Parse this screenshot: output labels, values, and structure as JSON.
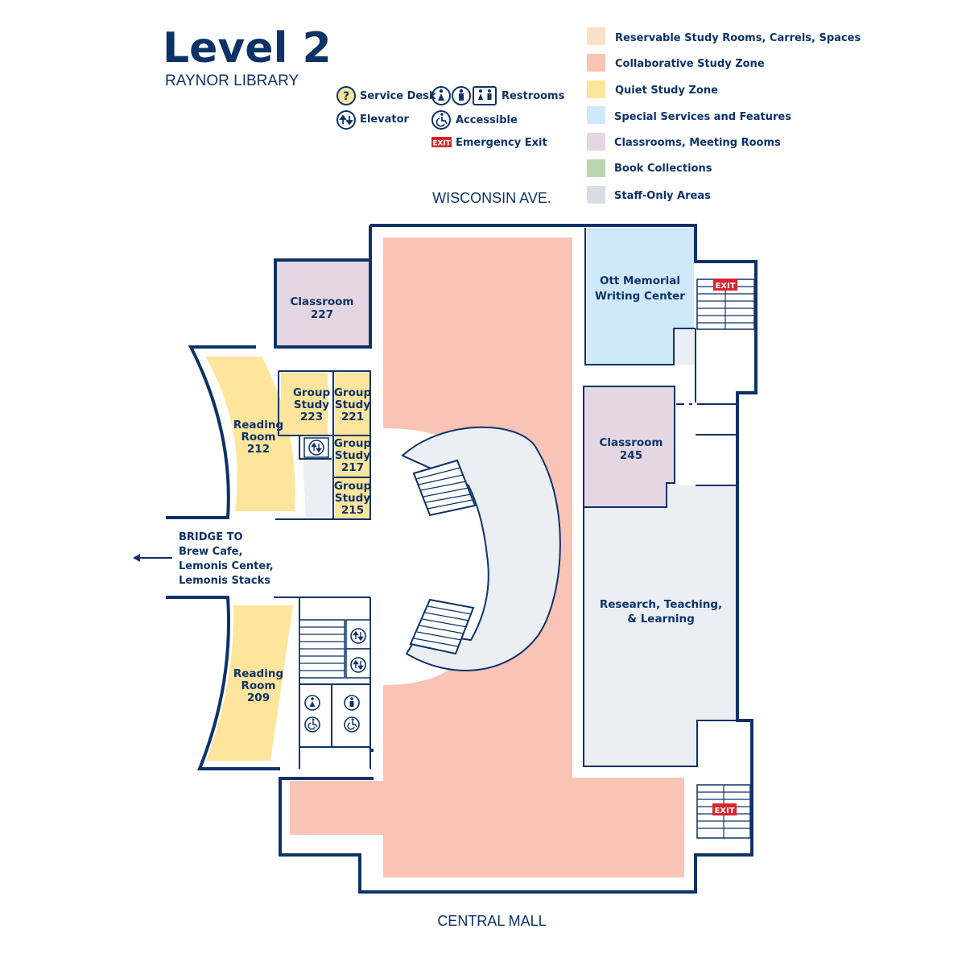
{
  "title": "Level 2",
  "subtitle": "RAYNOR LIBRARY",
  "streets": {
    "top": "WISCONSIN AVE.",
    "bottom": "CENTRAL MALL"
  },
  "icon_legend": [
    {
      "icon": "service-desk-icon",
      "label": "Service Desk"
    },
    {
      "icon": "restrooms-icon",
      "label": "Restrooms"
    },
    {
      "icon": "elevator-icon",
      "label": "Elevator"
    },
    {
      "icon": "accessible-icon",
      "label": "Accessible"
    },
    {
      "icon": "exit-sign-icon",
      "label": "Emergency Exit",
      "badge": "EXIT"
    }
  ],
  "color_legend": [
    {
      "label": "Reservable Study Rooms, Carrels, Spaces",
      "color": "#fde1c7"
    },
    {
      "label": "Collaborative Study Zone",
      "color": "#f9c4b6"
    },
    {
      "label": "Quiet Study Zone",
      "color": "#fde59c"
    },
    {
      "label": "Special Services and Features",
      "color": "#cfe9fb"
    },
    {
      "label": "Classrooms, Meeting Rooms",
      "color": "#e4d6e3"
    },
    {
      "label": "Book Collections",
      "color": "#bcd5b1"
    },
    {
      "label": "Staff-Only Areas",
      "color": "#d9dee6"
    }
  ],
  "rooms": {
    "classroom_227": [
      "Classroom",
      "227"
    ],
    "reading_212": [
      "Reading",
      "Room",
      "212"
    ],
    "group_223": [
      "Group",
      "Study",
      "223"
    ],
    "group_221": [
      "Group",
      "Study",
      "221"
    ],
    "group_217": [
      "Group",
      "Study",
      "217"
    ],
    "group_215": [
      "Group",
      "Study",
      "215"
    ],
    "reading_209": [
      "Reading",
      "Room",
      "209"
    ],
    "ott": [
      "Ott Memorial",
      "Writing Center"
    ],
    "classroom_245": [
      "Classroom",
      "245"
    ],
    "research": [
      "Research, Teaching,",
      "& Learning"
    ]
  },
  "bridge": [
    "BRIDGE TO",
    "Brew Cafe,",
    "Lemonis Center,",
    "Lemonis Stacks"
  ],
  "exit_signs": [
    "EXIT",
    "EXIT"
  ],
  "colors": {
    "navy": "#0d3268",
    "exit_red": "#d7262e",
    "staff_fill": "#ebeef3"
  }
}
